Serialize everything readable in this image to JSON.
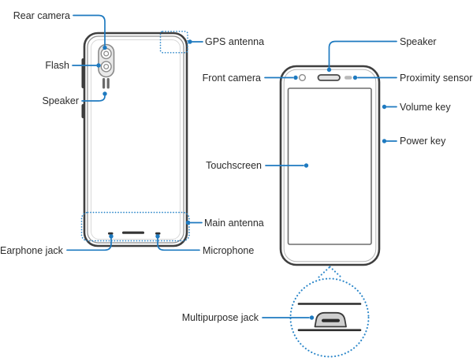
{
  "figure": {
    "type": "device-parts-diagram",
    "views": [
      {
        "name": "back view",
        "callouts": [
          "Rear camera",
          "Flash",
          "Speaker",
          "GPS antenna",
          "Main antenna",
          "Earphone jack",
          "Microphone"
        ]
      },
      {
        "name": "front view",
        "callouts": [
          "Speaker",
          "Front camera",
          "Proximity sensor",
          "Volume key",
          "Power key",
          "Touchscreen",
          "Multipurpose jack"
        ]
      }
    ]
  },
  "labels": {
    "rear_camera": "Rear camera",
    "flash": "Flash",
    "speaker_back": "Speaker",
    "gps_antenna": "GPS antenna",
    "main_antenna": "Main antenna",
    "earphone_jack": "Earphone jack",
    "microphone": "Microphone",
    "speaker_front": "Speaker",
    "front_camera": "Front camera",
    "proximity_sensor": "Proximity sensor",
    "volume_key": "Volume key",
    "power_key": "Power key",
    "touchscreen": "Touchscreen",
    "multipurpose_jack": "Multipurpose jack"
  },
  "colors": {
    "leader_line_blue": "#1e7ac0",
    "dotted_region_blue": "#2a86c9",
    "label_text": "#2b2b2b",
    "phone_outline": "#3f3f3f",
    "button_dark": "#3a3a3a"
  }
}
